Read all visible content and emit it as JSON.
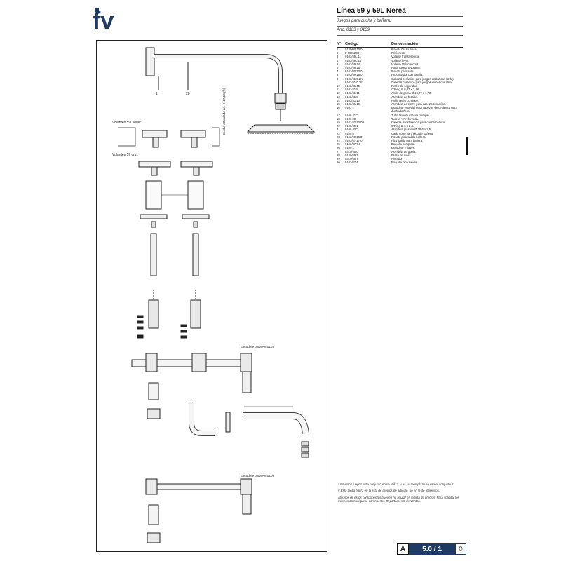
{
  "header": {
    "brand": "fv",
    "brand_color": "#1f3b63",
    "title": "Línea 59 y 59L Nerea",
    "subtitle": "Juegos para ducha y bañera.",
    "articles": "Artc. 0103 y 0109"
  },
  "parts_table": {
    "columns": [
      "Nº",
      "Código",
      "Denominación"
    ],
    "rows": [
      {
        "n": "1",
        "code": "0120/00.10.0",
        "desc": "Roseta brazo lluvia"
      },
      {
        "n": "2",
        "code": "F 1001234",
        "desc": "Prisionero."
      },
      {
        "n": "3",
        "code": "0103/59L.11",
        "desc": "Volante transferencia."
      },
      {
        "n": "4",
        "code": "0103/59L.14",
        "desc": "Volante lever."
      },
      {
        "n": "5",
        "code": "0103/59.14",
        "desc": "Volante Volante cruz."
      },
      {
        "n": "6",
        "code": "0103/59.16",
        "desc": "Porta roseta pivotante."
      },
      {
        "n": "7",
        "code": "0103/60.13.0",
        "desc": "Roseta pivotante"
      },
      {
        "n": "8",
        "code": "0103/59.15.0",
        "desc": "Prolongador con tornillo."
      },
      {
        "n": "9",
        "code": "0103/41.0.2K",
        "desc": "Cabezal cerámico para juegos embutidos (izda)."
      },
      {
        "n": "",
        "code": "0103/41.0.2F",
        "desc": "Cabezal cerámico para juegos embutidos (fría)."
      },
      {
        "n": "10",
        "code": "0103/41.45",
        "desc": "Retén de seguridad."
      },
      {
        "n": "11",
        "code": "0103/41.8",
        "desc": "O'Ring Ø 6,07 x 1,78."
      },
      {
        "n": "12",
        "code": "0103/41.11",
        "desc": "Anillo de goma Ø 18,77 x 1,78."
      },
      {
        "n": "13",
        "code": "0103/41.8",
        "desc": "Arandela de fricción."
      },
      {
        "n": "14",
        "code": "0103/41.10",
        "desc": "Anillo retén con tope."
      },
      {
        "n": "15",
        "code": "0103/41.10",
        "desc": "Arandela de cierre para cabeza cerámica."
      },
      {
        "n": "16",
        "code": "0103.1",
        "desc": "Escudete especial para cabezas de cerámica para ducha/bañera."
      },
      {
        "n": "17",
        "code": "0100.21C",
        "desc": "Tubo asiento válvula múltiple."
      },
      {
        "n": "18",
        "code": "0100.20",
        "desc": "Tuerca ¾\" reforzada."
      },
      {
        "n": "19",
        "code": "0103/42.12.0B",
        "desc": "Cabeza transferencia para ducha/bañera."
      },
      {
        "n": "20",
        "code": "0100/49.1",
        "desc": "O'Ring Ø 6 x 2,4."
      },
      {
        "n": "21",
        "code": "0100.40C",
        "desc": "Arandela plástica Ø 18,6 x 2,5."
      },
      {
        "n": "22",
        "code": "0100.8",
        "desc": "Caño corto para pico de bañera."
      },
      {
        "n": "23",
        "code": "0103/59.16.0",
        "desc": "Roseta pico salida bañera."
      },
      {
        "n": "24",
        "code": "0103/67.17.0",
        "desc": "Pico salida para bañera."
      },
      {
        "n": "25",
        "code": "0103/67.7.0",
        "desc": "Boquilla completa."
      },
      {
        "n": "26",
        "code": "0109.1",
        "desc": "Escudete 2 llaves."
      },
      {
        "n": "27",
        "code": "0310/55.0",
        "desc": "Arandela de goma."
      },
      {
        "n": "28",
        "code": "0140/59.1",
        "desc": "Brazo de lluvia."
      },
      {
        "n": "29",
        "code": "0310/55.7",
        "desc": "Aireador."
      },
      {
        "n": "30",
        "code": "0103/67.4",
        "desc": "Boquilla pico salida."
      }
    ]
  },
  "diagram": {
    "labels": {
      "levers_59l": "Volantes 59L lever",
      "levers_59": "Volantes 59 cruz",
      "shower_note": "Ducha articulada art. 2117/59 (fv)",
      "body_0103": "Escudete para Art.0103",
      "body_0109": "Escudete para Art.0109"
    }
  },
  "footnotes": [
    "* En estos juegos este conjunto no se utiliza, y es su reemplazo se usa el conjunto 8.",
    "# Esta pieza figura en la lista de precios de artículo, no en la de repuestos.",
    "Algunos de estos componentes pueden no figurar en la lista de precios. Para solicitar los mismos comuníquese con nuestro Departamento de Ventas."
  ],
  "page_code": {
    "prefix": "A",
    "number": "5.0 / 1",
    "suffix": "0"
  }
}
